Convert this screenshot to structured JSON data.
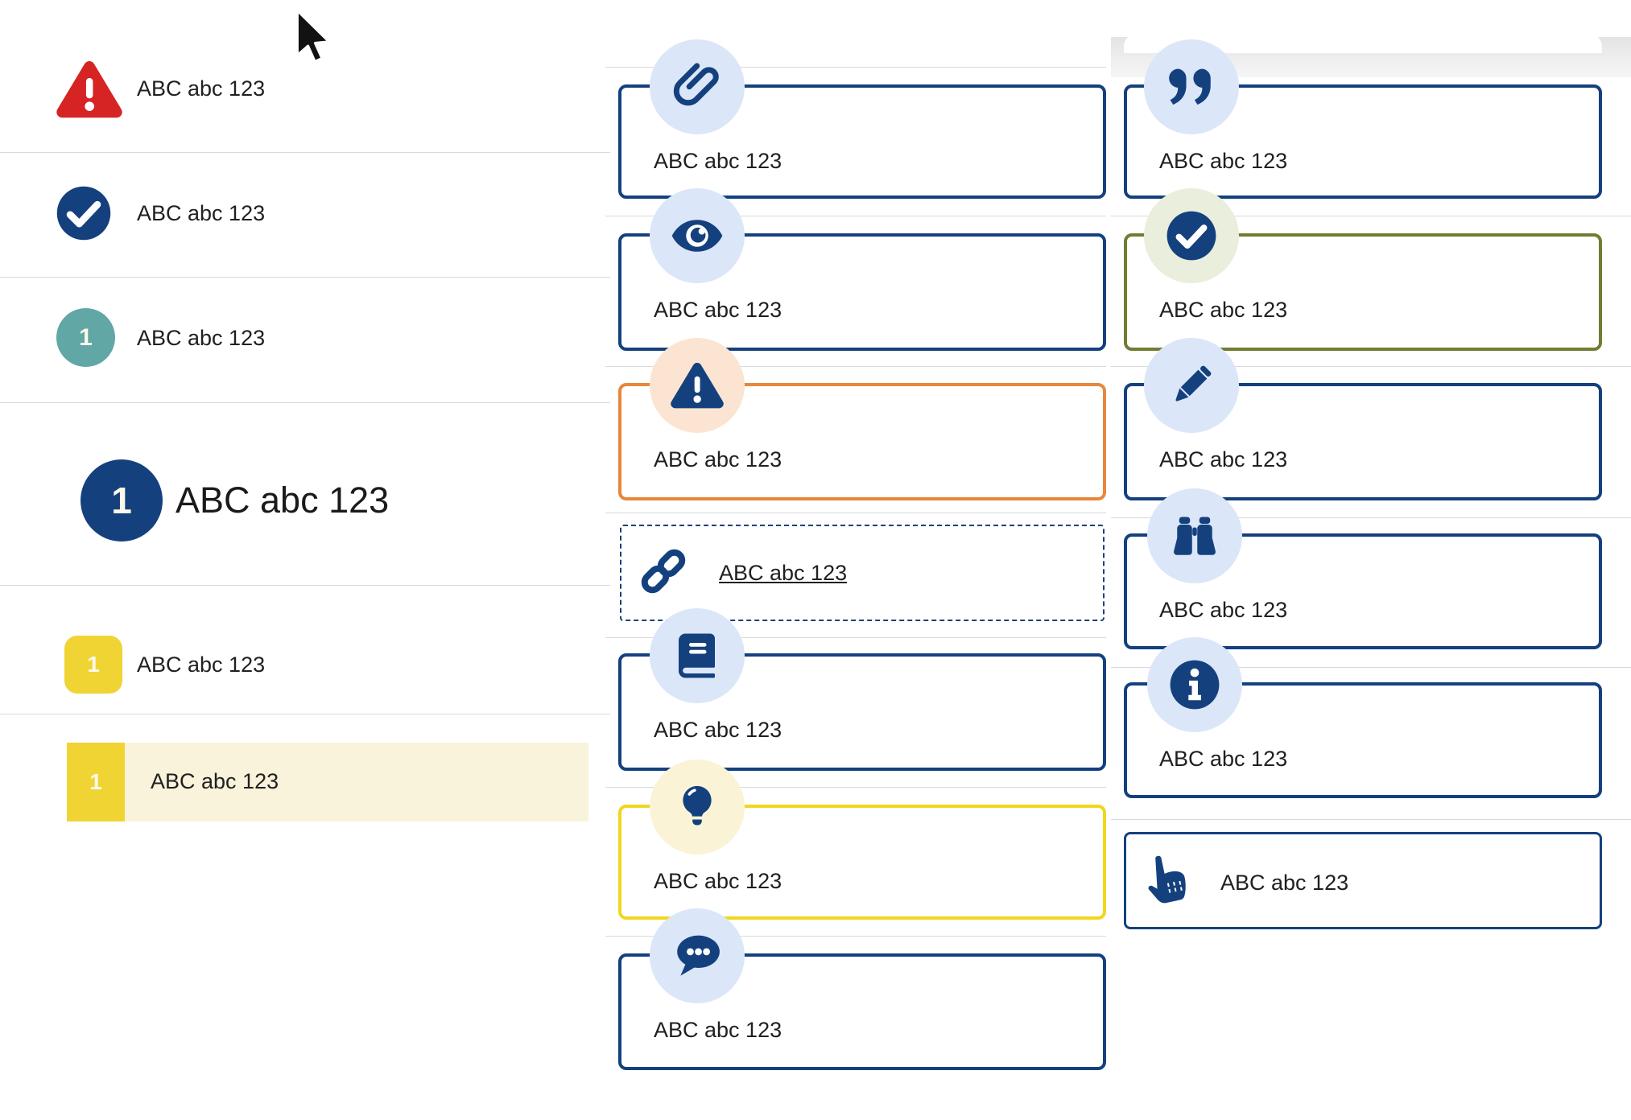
{
  "left": {
    "rows": [
      {
        "type": "alert",
        "icon": "warning-triangle-red",
        "label": "ABC abc 123"
      },
      {
        "type": "done",
        "icon": "check-circle",
        "label": "ABC abc 123"
      },
      {
        "type": "step-teal",
        "badge": "1",
        "label": "ABC abc 123"
      },
      {
        "type": "step-large",
        "badge": "1",
        "label": "ABC abc 123"
      },
      {
        "type": "step-yellow",
        "badge": "1",
        "label": "ABC abc 123"
      },
      {
        "type": "step-highlighted",
        "badge": "1",
        "label": "ABC abc 123"
      }
    ]
  },
  "middle": {
    "callouts": [
      {
        "icon": "paperclip",
        "variant": "navy",
        "label": "ABC abc 123"
      },
      {
        "icon": "eye",
        "variant": "navy",
        "label": "ABC abc 123"
      },
      {
        "icon": "warning",
        "variant": "orange",
        "label": "ABC abc 123"
      },
      {
        "icon": "link",
        "variant": "dashed",
        "label": "ABC abc 123"
      },
      {
        "icon": "book",
        "variant": "navy",
        "label": "ABC abc 123"
      },
      {
        "icon": "lightbulb",
        "variant": "yellow",
        "label": "ABC abc 123"
      },
      {
        "icon": "chat",
        "variant": "navy",
        "label": "ABC abc 123"
      }
    ]
  },
  "right": {
    "callouts": [
      {
        "icon": "quote",
        "variant": "navy",
        "label": "ABC abc 123"
      },
      {
        "icon": "check",
        "variant": "olive",
        "label": "ABC abc 123"
      },
      {
        "icon": "pencil",
        "variant": "navy",
        "label": "ABC abc 123"
      },
      {
        "icon": "binoculars",
        "variant": "navy",
        "label": "ABC abc 123"
      },
      {
        "icon": "info",
        "variant": "navy",
        "label": "ABC abc 123"
      },
      {
        "icon": "pointer-hand",
        "variant": "navy",
        "label": "ABC abc 123"
      }
    ]
  },
  "colors": {
    "navy": "#14417E",
    "red": "#D62323",
    "teal": "#61A7A5",
    "orange": "#E8873C",
    "yellow_border": "#F0D71E",
    "olive": "#6F7D33",
    "yellow_badge": "#F0D434",
    "highlight_cream": "#F8F3DA",
    "circle_blue": "#DBE6F8",
    "circle_peach": "#FBE5D2",
    "circle_pale_yellow": "#FAF3D6",
    "circle_pale_green": "#E9EEDD",
    "divider": "#D9D9D9"
  }
}
